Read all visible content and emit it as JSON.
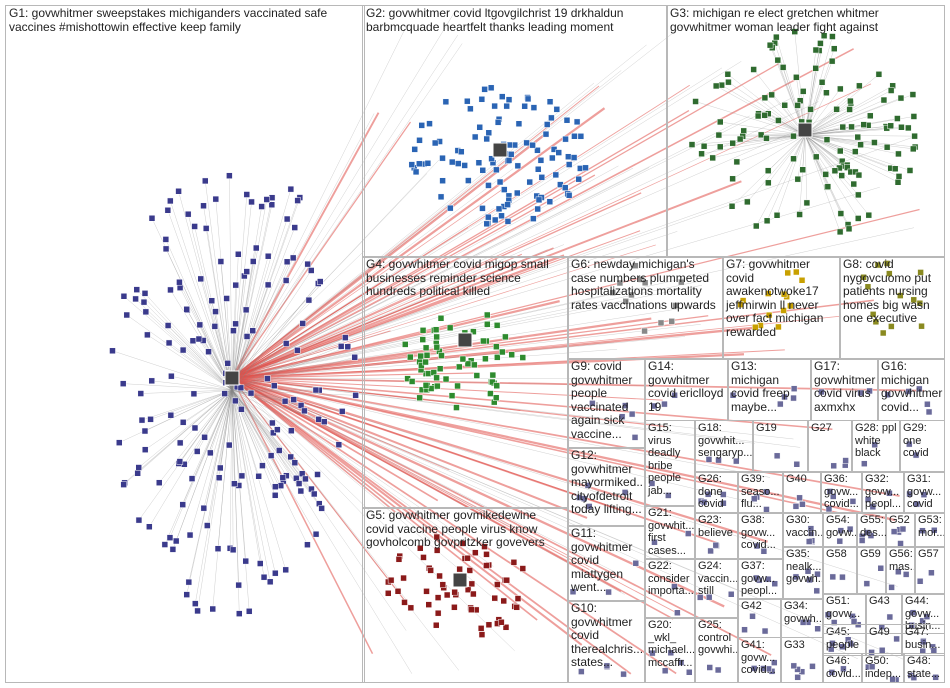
{
  "groups": [
    {
      "id": "G1",
      "label": "G1: govwhitmer sweepstakes michiganders vaccinated safe vaccines #mishottowin effective keep family",
      "color": "#3a3a8c"
    },
    {
      "id": "G2",
      "label": "G2: govwhitmer covid ltgovgilchrist 19 drkhaldun barbmcquade heartfelt thanks leading moment",
      "color": "#2a64b4"
    },
    {
      "id": "G3",
      "label": "G3: michigan re elect gretchen whitmer govwhitmer woman leader fight against",
      "color": "#2f6b2f"
    },
    {
      "id": "G4",
      "label": "G4: govwhitmer covid migop small businesses reminder science hundreds political killed",
      "color": "#2e8b2e"
    },
    {
      "id": "G5",
      "label": "G5: govwhitmer govmikedewine covid vaccine people virus know govholcomb govpritzker govevers",
      "color": "#8b1a1a"
    },
    {
      "id": "G6",
      "label": "G6: newday michigan's case numbers plummeted hospitalizations mortality rates vaccinations upwards",
      "color": "#777777"
    },
    {
      "id": "G7",
      "label": "G7: govwhitmer covid awakenotwoke17 jeffmirwin ll never over fact michigan rewarded",
      "color": "#c8a000"
    },
    {
      "id": "G8",
      "label": "G8: covid nygovcuomo put patients nursing homes big wasn one executive",
      "color": "#8a8a20"
    },
    {
      "id": "G9",
      "label": "G9: covid govwhitmer people vaccinated again sick vaccine...",
      "color": "#555555"
    },
    {
      "id": "G10",
      "label": "G10: govwhitmer covid therealchris... states...",
      "color": "#555555"
    },
    {
      "id": "G11",
      "label": "G11: govwhitmer covid miattygen went...",
      "color": "#555555"
    },
    {
      "id": "G12",
      "label": "G12: govwhitmer mayormiked... cityofdetroit today lifting...",
      "color": "#555555"
    },
    {
      "id": "G13",
      "label": "G13: michigan covid freep maybe...",
      "color": "#555555"
    },
    {
      "id": "G14",
      "label": "G14: govwhitmer covid ericlloyd 19",
      "color": "#555555"
    },
    {
      "id": "G15",
      "label": "G15: virus deadly bribe people jab...",
      "color": "#555555"
    },
    {
      "id": "G16",
      "label": "G16: michigan govwhitmer covid...",
      "color": "#555555"
    },
    {
      "id": "G17",
      "label": "G17: govwhitmer covid virus axmxhx",
      "color": "#555555"
    },
    {
      "id": "G18",
      "label": "G18: govwhit... sengaryp...",
      "color": "#555555"
    },
    {
      "id": "G19",
      "label": "G19",
      "color": "#555555"
    },
    {
      "id": "G20",
      "label": "G20: _wkl_ michael... mccaffr...",
      "color": "#555555"
    },
    {
      "id": "G21",
      "label": "G21: govwhit... first cases...",
      "color": "#555555"
    },
    {
      "id": "G22",
      "label": "G22: consider importa...",
      "color": "#555555"
    },
    {
      "id": "G23",
      "label": "G23: believe",
      "color": "#555555"
    },
    {
      "id": "G24",
      "label": "G24: vaccin... still",
      "color": "#555555"
    },
    {
      "id": "G25",
      "label": "G25: control govwhi...",
      "color": "#555555"
    },
    {
      "id": "G26",
      "label": "G26: done covid",
      "color": "#555555"
    },
    {
      "id": "G27",
      "label": "G27",
      "color": "#555555"
    },
    {
      "id": "G28",
      "label": "G28: ppl white black",
      "color": "#555555"
    },
    {
      "id": "G29",
      "label": "G29: one covid",
      "color": "#555555"
    },
    {
      "id": "G30",
      "label": "G30: vaccin...",
      "color": "#555555"
    },
    {
      "id": "G31",
      "label": "G31: govw... covid",
      "color": "#555555"
    },
    {
      "id": "G32",
      "label": "G32: govw... peopl...",
      "color": "#555555"
    },
    {
      "id": "G33",
      "label": "G33",
      "color": "#555555"
    },
    {
      "id": "G34",
      "label": "G34: govwh...",
      "color": "#555555"
    },
    {
      "id": "G35",
      "label": "G35: nealk... govwh...",
      "color": "#555555"
    },
    {
      "id": "G36",
      "label": "G36: govw... covid...",
      "color": "#555555"
    },
    {
      "id": "G37",
      "label": "G37: govw... peopl...",
      "color": "#555555"
    },
    {
      "id": "G38",
      "label": "G38: govw... covid...",
      "color": "#555555"
    },
    {
      "id": "G39",
      "label": "G39: seaso... flu...",
      "color": "#555555"
    },
    {
      "id": "G40",
      "label": "G40",
      "color": "#555555"
    },
    {
      "id": "G41",
      "label": "G41: govw... covid...",
      "color": "#555555"
    },
    {
      "id": "G42",
      "label": "G42",
      "color": "#555555"
    },
    {
      "id": "G43",
      "label": "G43",
      "color": "#555555"
    },
    {
      "id": "G44",
      "label": "G44: govw... busin...",
      "color": "#555555"
    },
    {
      "id": "G45",
      "label": "G45: people",
      "color": "#555555"
    },
    {
      "id": "G46",
      "label": "G46: covid...",
      "color": "#555555"
    },
    {
      "id": "G47",
      "label": "G47: busin...",
      "color": "#555555"
    },
    {
      "id": "G48",
      "label": "G48: state...",
      "color": "#555555"
    },
    {
      "id": "G49",
      "label": "G49",
      "color": "#555555"
    },
    {
      "id": "G50",
      "label": "G50: indep...",
      "color": "#555555"
    },
    {
      "id": "G51",
      "label": "G51: govw...",
      "color": "#555555"
    },
    {
      "id": "G52",
      "label": "G52",
      "color": "#555555"
    },
    {
      "id": "G53",
      "label": "G53: mor...",
      "color": "#555555"
    },
    {
      "id": "G54",
      "label": "G54: govw...",
      "color": "#555555"
    },
    {
      "id": "G55",
      "label": "G55: des...",
      "color": "#555555"
    },
    {
      "id": "G56",
      "label": "G56: mas...",
      "color": "#555555"
    },
    {
      "id": "G57",
      "label": "G57",
      "color": "#555555"
    },
    {
      "id": "G58",
      "label": "G58",
      "color": "#555555"
    },
    {
      "id": "G59",
      "label": "G59",
      "color": "#555555"
    }
  ]
}
